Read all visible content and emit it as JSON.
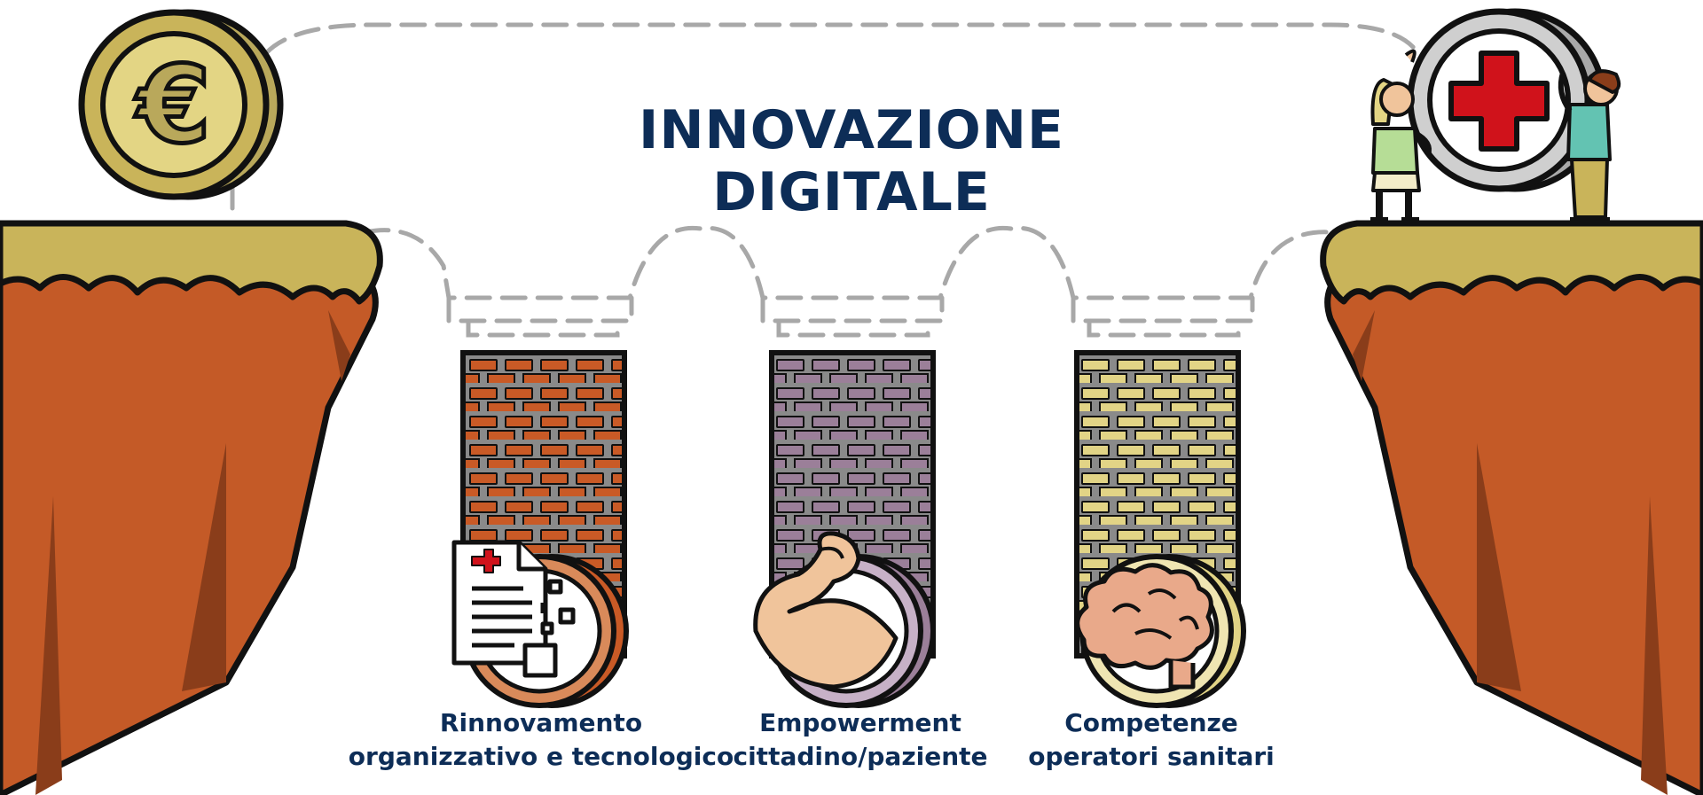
{
  "title": "INNOVAZIONE DIGITALE",
  "left_coin": {
    "icon": "euro-coin-icon",
    "symbol": "€"
  },
  "right_coin": {
    "icon": "red-cross-coin-icon"
  },
  "pillars": [
    {
      "icon": "medical-document-icon",
      "line1": "Rinnovamento",
      "line2": "organizzativo e tecnologico",
      "brick_color": "#c95a26"
    },
    {
      "icon": "flexed-arm-icon",
      "line1": "Empowerment",
      "line2": "cittadino/paziente",
      "brick_color": "#9b7f99"
    },
    {
      "icon": "brain-icon",
      "line1": "Competenze",
      "line2": "operatori sanitari",
      "brick_color": "#e2d486"
    }
  ],
  "colors": {
    "title": "#0d2d57",
    "cliff": "#c45a27",
    "cliff_shadow": "#8a3d1a",
    "grass": "#c9b45a",
    "dash": "#a8a8a8",
    "wall": "#7a7a7a",
    "cross": "#d0121b",
    "coin_gold": "#e3d584",
    "coin_gold_dark": "#b9a85b",
    "coin_silver": "#cfcfcf"
  }
}
